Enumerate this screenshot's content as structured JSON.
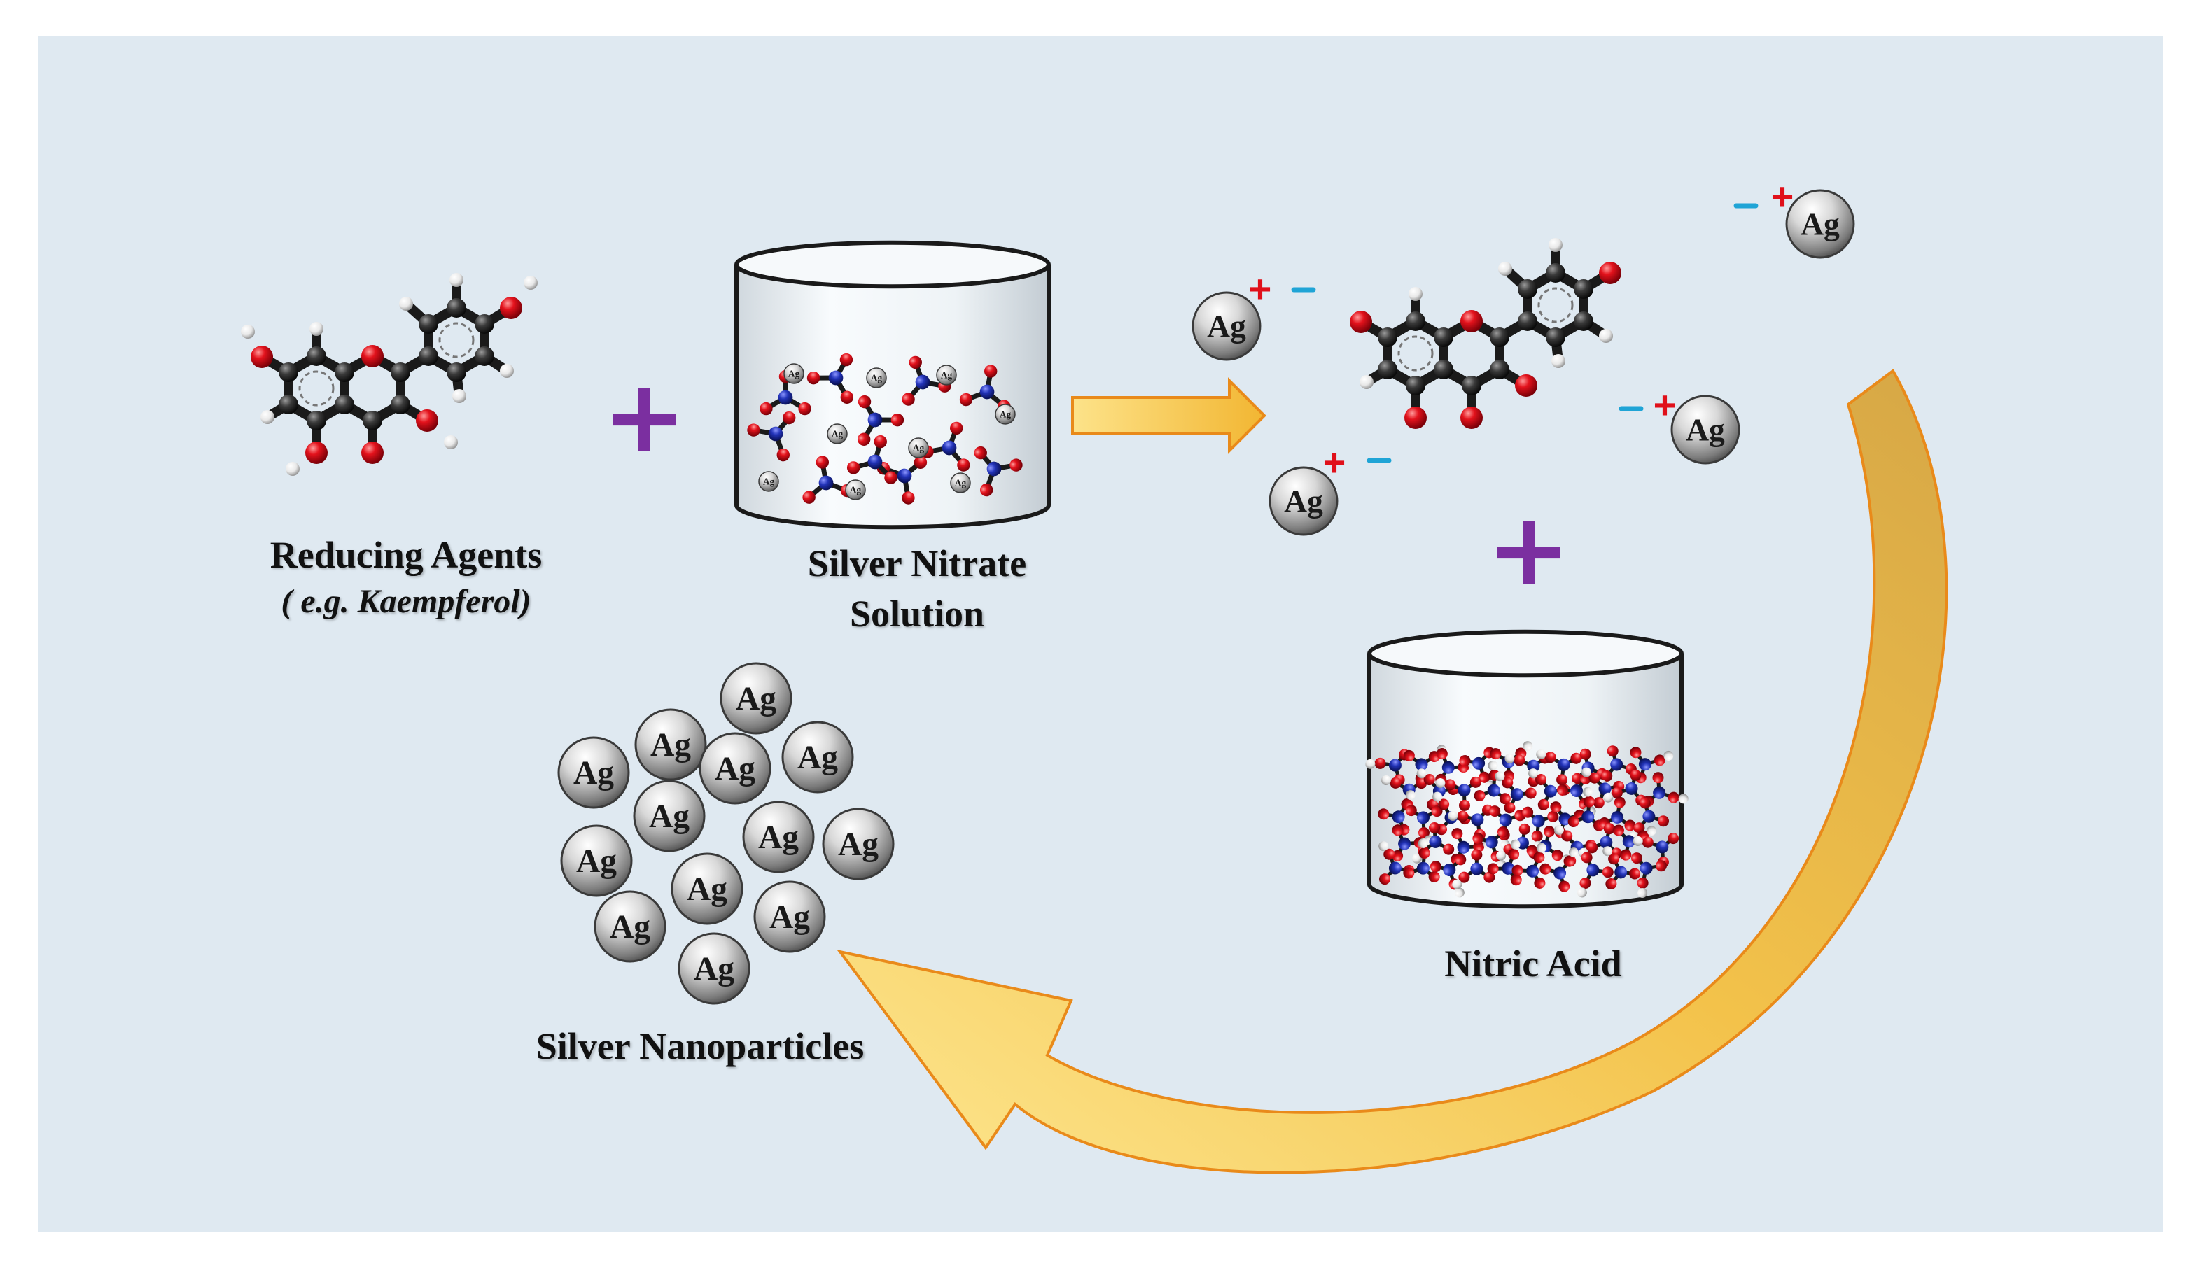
{
  "diagram": {
    "labels": {
      "reducing_agents": "Reducing Agents",
      "example": "( e.g. Kaempferol)",
      "silver_nitrate_line1": "Silver Nitrate",
      "silver_nitrate_line2": "Solution",
      "nitric_acid": "Nitric Acid",
      "silver_nanoparticles": "Silver Nanoparticles"
    },
    "symbols": {
      "silver": "Ag",
      "plus": "+",
      "positive_charge": "+",
      "negative_charge": "–"
    },
    "colors": {
      "background_panel": "#dfe9f1",
      "carbon": "#2b2b2b",
      "oxygen": "#e0101a",
      "hydrogen": "#f2f2f2",
      "nitrogen": "#2233b8",
      "silver": "#c9c9c9",
      "plus_sign": "#7b2fa0",
      "arrow_fill": "#f5c242",
      "arrow_outline": "#e98a1a",
      "positive_charge": "#e0101a",
      "negative_charge": "#1fa4d6"
    },
    "icons": [
      "kaempferol-molecule-icon",
      "beaker-icon",
      "silver-sphere-icon",
      "reaction-arrow-icon",
      "curved-arrow-icon"
    ]
  }
}
